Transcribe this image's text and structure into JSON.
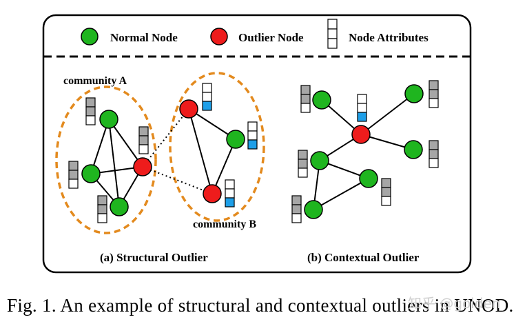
{
  "legend": {
    "normal_node": "Normal Node",
    "outlier_node": "Outlier Node",
    "node_attributes": "Node Attributes"
  },
  "panels": {
    "structural": {
      "label": "(a) Structural Outlier",
      "community_a": "community A",
      "community_b": "community B"
    },
    "contextual": {
      "label": "(b) Contextual Outlier"
    }
  },
  "caption": "Fig. 1.  An example of structural and contextual outliers in UNOD.",
  "watermark": "知乎 @golden",
  "colors": {
    "normal": "#1fb51f",
    "outlier": "#ee1c1c",
    "community_border": "#e38a1e",
    "attr_gray": "#a6a6a6",
    "attr_blue": "#1e9fe8",
    "attr_white": "#ffffff"
  }
}
